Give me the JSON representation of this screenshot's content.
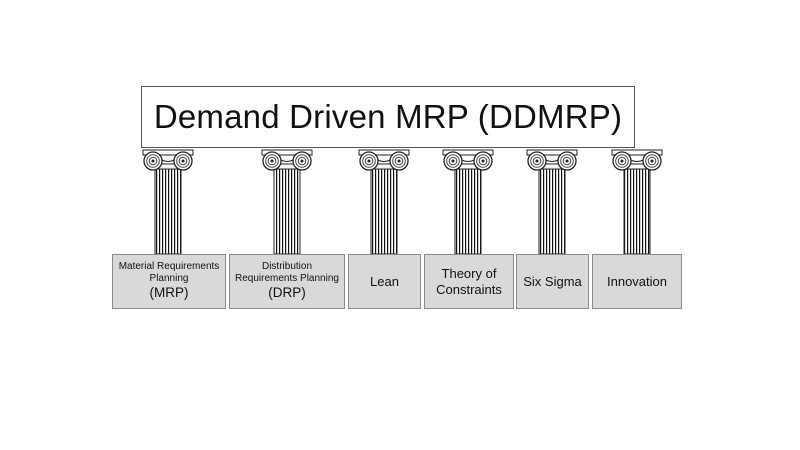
{
  "title": "Demand Driven MRP (DDMRP)",
  "pillars": [
    {
      "line1": "Material Requirements",
      "line2": "Planning",
      "line3": "(MRP)"
    },
    {
      "line1": "Distribution",
      "line2": "Requirements  Planning",
      "line3": "(DRP)"
    },
    {
      "line1": "Lean"
    },
    {
      "line1": "Theory of",
      "line2": "Constraints"
    },
    {
      "line1": "Six Sigma"
    },
    {
      "line1": "Innovation"
    }
  ]
}
